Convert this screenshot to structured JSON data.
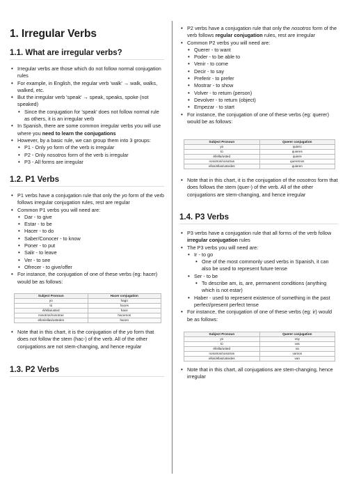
{
  "left": {
    "title": "1. Irregular Verbs",
    "s11": {
      "heading": "1.1. What are irregular verbs?",
      "items": [
        "Irregular verbs are those which do not follow normal conjugation rules",
        "For example, in English, the regular verb 'walk' → walk, walks, walked, etc.",
        "But the irregular verb 'speak' → speak, speaks, spoke (not speaked)",
        "Since the conjugation for 'speak' does not follow normal rule as others, it is an irregular verb",
        "In Spanish, there are some common irregular verbs you will use where you ",
        "need to learn the conjugations",
        "However, by a basic rule, we can group them into 3 groups:",
        "P1 - Only ",
        "yo",
        " form of the verb is irregular",
        "P2 - Only ",
        "nosotros",
        " form of the verb is irregular",
        "P3 - All forms are irregular"
      ]
    },
    "s12": {
      "heading": "1.2. P1 Verbs",
      "intro_a": "P1 verbs have a conjugation rule that only the ",
      "intro_em": "yo",
      "intro_b": " form of the verb follows irregular conjugation rules, rest are regular",
      "common": "Common P1 verbs you will need are:",
      "verbs": [
        "Dar - to give",
        "Estar - to be",
        "Hacer - to do",
        "Saber/Conocer - to know",
        "Poner - to put",
        "Salir - to leave",
        "Ver - to see",
        "Ofrecer - to give/offer"
      ],
      "example": "For instance, the conjugation of one of these verbs (eg: hacer) would be as follows:",
      "table": {
        "headers": [
          "Subject Pronoun",
          "Hacer conjugation"
        ],
        "rows": [
          [
            "yo",
            "hago"
          ],
          [
            "tú",
            "haces"
          ],
          [
            "él/ella/usted",
            "hace"
          ],
          [
            "nosotros/nosotras",
            "hacemos"
          ],
          [
            "ellos/ellas/ustedes",
            "hacen"
          ]
        ]
      },
      "note_a": "Note that in this chart, it is the conjugation of the ",
      "note_em": "yo",
      "note_b": " form that does not follow the stem (hac-) of the verb. All of the other conjugations are not stem-changing, and hence regular"
    },
    "s13": {
      "heading": "1.3. P2 Verbs"
    }
  },
  "right": {
    "p2_intro_a": "P2 verbs have a conjugation rule that only the ",
    "p2_intro_em": "nosotros",
    "p2_intro_b": " form of the verb follows ",
    "p2_intro_bold": "regular conjugation",
    "p2_intro_c": " rules, rest are irregular",
    "p2_common": "Common P2 verbs you will need are:",
    "p2_verbs": [
      "Querer - to want",
      "Poder - to be able to",
      "Venir - to come",
      "Decir - to say",
      "Preferir - to prefer",
      "Mostrar - to show",
      "Volver - to return (person)",
      "Devolver - to return (object)",
      "Empezar - to start"
    ],
    "p2_example": "For instance, the conjugation of one of these verbs (eg: querer) would be as follows:",
    "p2_table": {
      "headers": [
        "Subject Pronoun",
        "Querer conjugation"
      ],
      "rows": [
        [
          "yo",
          "quiero"
        ],
        [
          "tú",
          "quieres"
        ],
        [
          "él/ella/usted",
          "quiere"
        ],
        [
          "nosotros/nosotras",
          "queremos"
        ],
        [
          "ellos/ellas/ustedes",
          "quieren"
        ]
      ]
    },
    "p2_note_a": "Note that in this chart, it is the conjugation of the ",
    "p2_note_em": "nosotros",
    "p2_note_b": " form that does follows the stem (quer-) of the verb. All of the other conjugations are stem-changing, and hence irregular",
    "s14": {
      "heading": "1.4. P3 Verbs",
      "intro_a": "P3 verbs have a conjugation rule that all forms of the verb follow ",
      "intro_bold": "irregular conjugation",
      "intro_b": " rules",
      "need": "The P3 verbs you will need are:",
      "ir": "Ir - to go",
      "ir_sub": "One of the most commonly used verbs in Spanish, it can also be used to represent future tense",
      "ser": "Ser - to be",
      "ser_sub": "To describe am, is, are, permanent conditions (anything which is not estar)",
      "haber": "Haber - used to represent existence of something in the past perfect/present perfect tense",
      "example": "For instance, the conjugation of one of these verbs (eg: ir) would be as follows:",
      "table": {
        "headers": [
          "Subject Pronoun",
          "Querer conjugation"
        ],
        "rows": [
          [
            "yo",
            "voy"
          ],
          [
            "tú",
            "vas"
          ],
          [
            "él/ella/usted",
            "va"
          ],
          [
            "nosotros/nosotras",
            "vamos"
          ],
          [
            "ellos/ellas/ustedes",
            "van"
          ]
        ]
      },
      "note": "Note that in this chart, all conjugations are stem-changing, hence irregular"
    }
  }
}
